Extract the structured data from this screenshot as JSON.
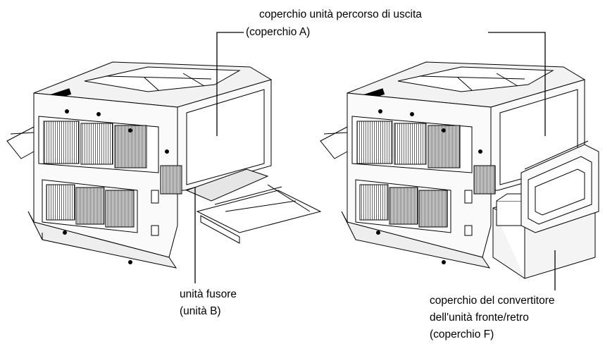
{
  "labels": {
    "cover_a_line1": "coperchio unità percorso di uscita",
    "cover_a_line2": "(coperchio A)",
    "fuser_line1": "unità fusore",
    "fuser_line2": "(unità B)",
    "cover_f_line1": "coperchio del convertitore",
    "cover_f_line2": "dell'unità fronte/retro",
    "cover_f_line3": "(coperchio F)"
  }
}
